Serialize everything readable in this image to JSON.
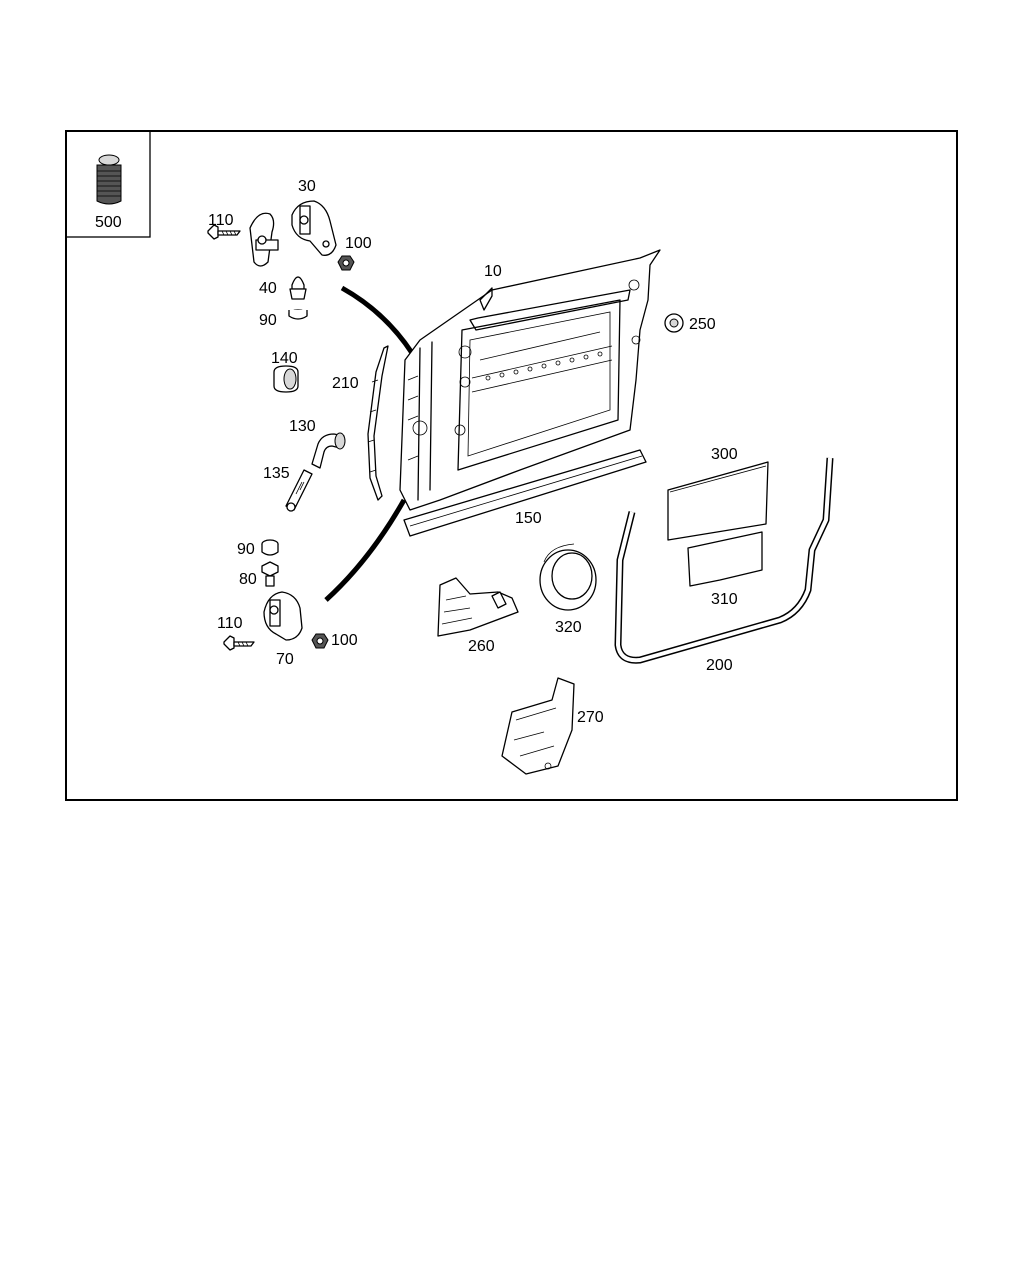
{
  "labels": {
    "p500": "500",
    "p30": "30",
    "p110a": "110",
    "p100a": "100",
    "p10": "10",
    "p40": "40",
    "p90a": "90",
    "p250": "250",
    "p140": "140",
    "p210": "210",
    "p130": "130",
    "p135": "135",
    "p300": "300",
    "p150": "150",
    "p90b": "90",
    "p80": "80",
    "p310": "310",
    "p320": "320",
    "p110b": "110",
    "p100b": "100",
    "p260": "260",
    "p70": "70",
    "p200": "200",
    "p270": "270"
  }
}
